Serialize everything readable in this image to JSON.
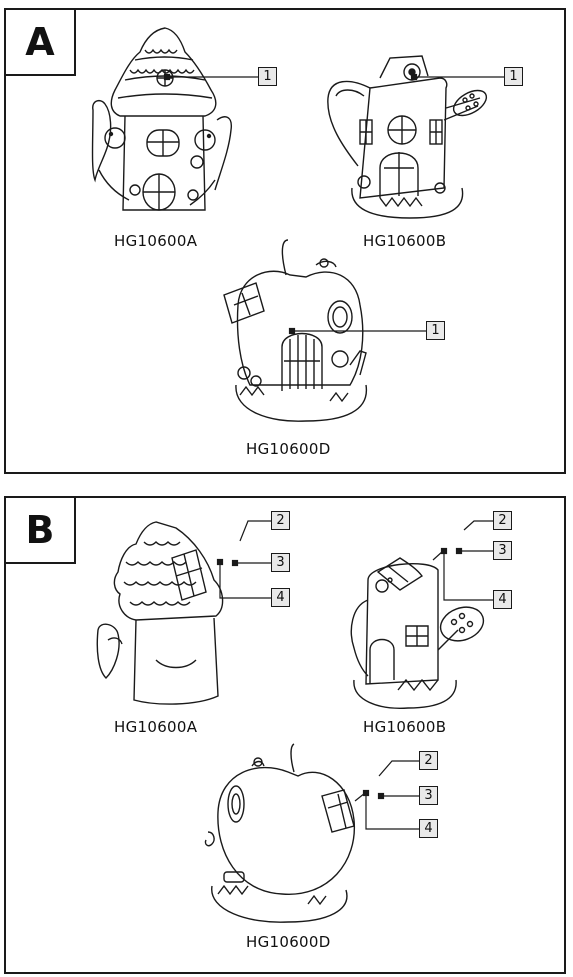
{
  "panels": [
    {
      "letter": "A",
      "models": [
        "HG10600A",
        "HG10600B",
        "HG10600D"
      ],
      "callouts": [
        "1",
        "1",
        "1"
      ]
    },
    {
      "letter": "B",
      "models": [
        "HG10600A",
        "HG10600B",
        "HG10600D"
      ],
      "callouts": [
        "2",
        "3",
        "4",
        "2",
        "3",
        "4",
        "2",
        "3",
        "4"
      ]
    }
  ]
}
